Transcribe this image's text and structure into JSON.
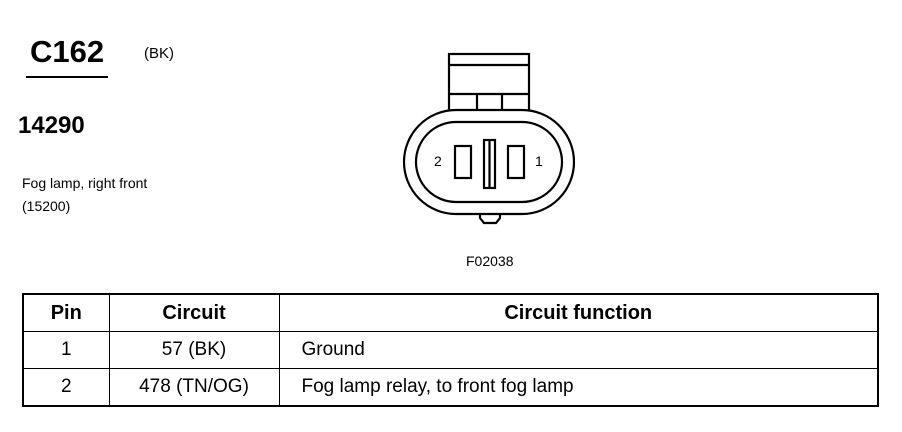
{
  "connector": {
    "id": "C162",
    "color": "(BK)",
    "part_number": "14290",
    "component_name": "Fog lamp, right front",
    "component_code": "(15200)"
  },
  "diagram": {
    "pin_label_left": "2",
    "pin_label_right": "1",
    "figure_code": "F02038"
  },
  "table": {
    "headers": [
      "Pin",
      "Circuit",
      "Circuit function"
    ],
    "rows": [
      {
        "pin": "1",
        "circuit": "57 (BK)",
        "function": "Ground"
      },
      {
        "pin": "2",
        "circuit": "478 (TN/OG)",
        "function": "Fog lamp relay, to front fog lamp"
      }
    ]
  }
}
